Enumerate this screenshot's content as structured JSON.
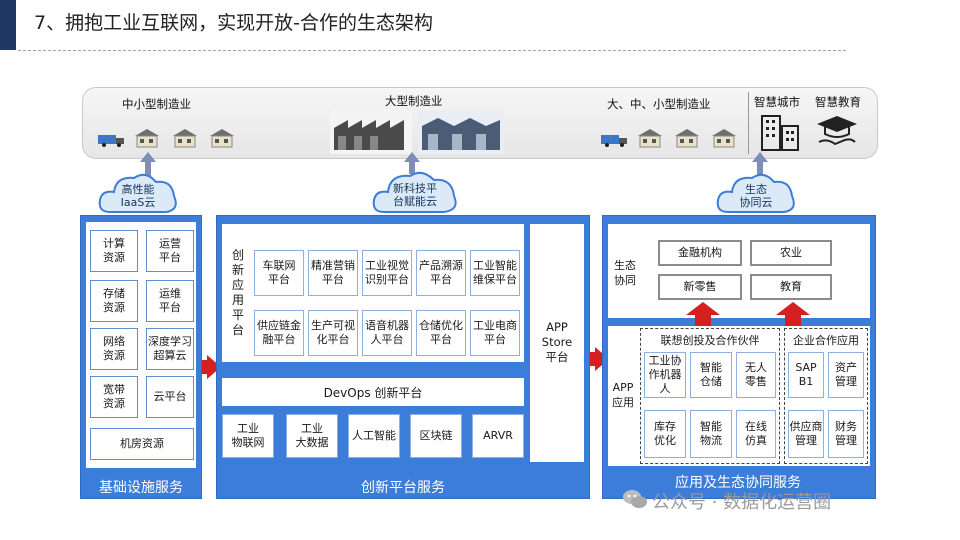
{
  "title": "7、拥抱工业互联网，实现开放-合作的生态架构",
  "industries": {
    "left": "中小型制造业",
    "center": "大型制造业",
    "right": "大、中、小型制造业",
    "city": "智慧城市",
    "education": "智慧教育"
  },
  "clouds": {
    "left": "高性能\nIaaS云",
    "center": "新科技平\n台赋能云",
    "right": "生态\n协同云"
  },
  "infra": {
    "title": "基础设施服务",
    "cells": [
      "计算\n资源",
      "运营\n平台",
      "存储\n资源",
      "运维\n平台",
      "网络\n资源",
      "深度学习\n超算云",
      "宽带\n资源",
      "云平台"
    ],
    "bottom": "机房资源"
  },
  "innovation": {
    "title": "创新平台服务",
    "side_label": "创\n新\n应\n用\n平\n台",
    "apps": [
      "车联网\n平台",
      "精准营销\n平台",
      "工业视觉\n识别平台",
      "产品溯源\n平台",
      "工业智能\n维保平台",
      "供应链金\n融平台",
      "生产可视\n化平台",
      "语音机器\n人平台",
      "仓储优化\n平台",
      "工业电商\n平台"
    ],
    "app_store": "APP\nStore\n平台",
    "devops": "DevOps 创新平台",
    "tech": [
      "工业\n物联网",
      "工业\n大数据",
      "人工智能",
      "区块链",
      "ARVR"
    ]
  },
  "ecosystem": {
    "title": "应用及生态协同服务",
    "eco_label": "生态\n协同",
    "eco_items": [
      "金融机构",
      "农业",
      "新零售",
      "教育"
    ],
    "app_label": "APP\n应用",
    "partners_title": "联想创投及合作伙伴",
    "partners": [
      "工业协\n作机器\n人",
      "智能\n仓储",
      "无人\n零售",
      "库存\n优化",
      "智能\n物流",
      "在线\n仿真"
    ],
    "enterprise_title": "企业合作应用",
    "enterprise": [
      "SAP\nB1",
      "资产\n管理",
      "供应商\n管理",
      "财务\n管理"
    ]
  },
  "watermark": "公众号 · 数据化运营圈",
  "colors": {
    "panel_blue": "#3b7dd8",
    "arrow_red": "#d42020",
    "title_bar": "#1f3864"
  }
}
